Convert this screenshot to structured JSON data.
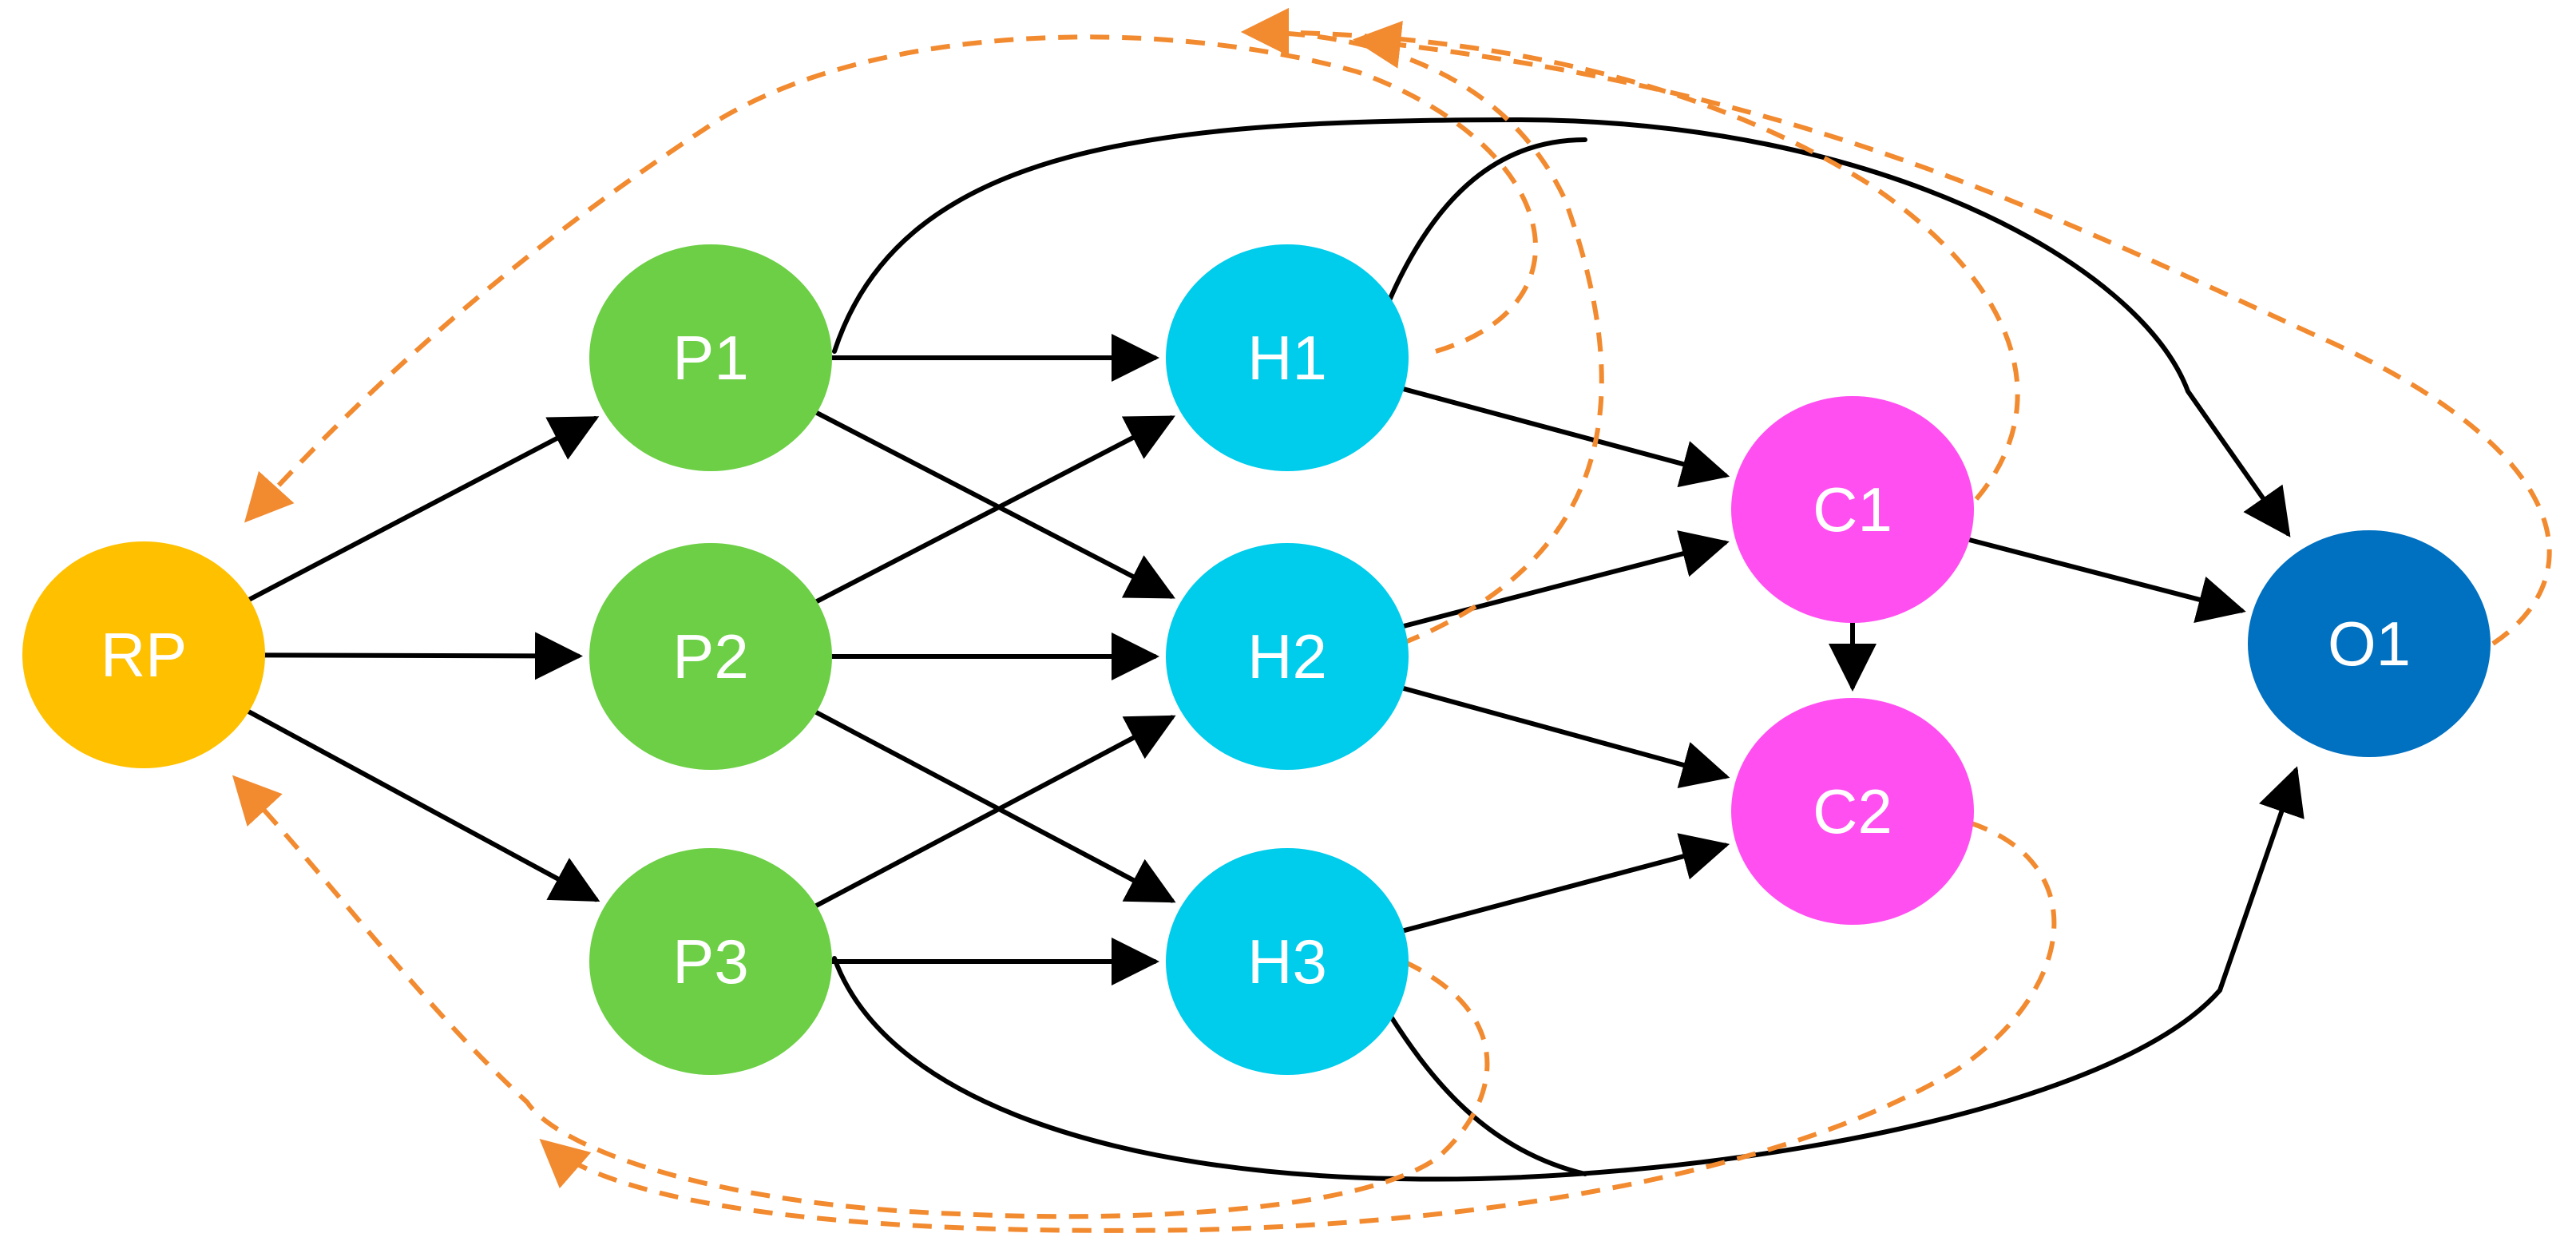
{
  "colors": {
    "edge_solid": "#000000",
    "edge_dashed": "#F28A30",
    "node_rp": "#FFC000",
    "node_p": "#6CCF45",
    "node_h": "#00CCEB",
    "node_c": "#FF4FF0",
    "node_o": "#0070C0",
    "label": "#FFFFFF"
  },
  "nodes": [
    {
      "id": "RP",
      "label": "RP",
      "color_key": "node_rp"
    },
    {
      "id": "P1",
      "label": "P1",
      "color_key": "node_p"
    },
    {
      "id": "P2",
      "label": "P2",
      "color_key": "node_p"
    },
    {
      "id": "P3",
      "label": "P3",
      "color_key": "node_p"
    },
    {
      "id": "H1",
      "label": "H1",
      "color_key": "node_h"
    },
    {
      "id": "H2",
      "label": "H2",
      "color_key": "node_h"
    },
    {
      "id": "H3",
      "label": "H3",
      "color_key": "node_h"
    },
    {
      "id": "C1",
      "label": "C1",
      "color_key": "node_c"
    },
    {
      "id": "C2",
      "label": "C2",
      "color_key": "node_c"
    },
    {
      "id": "O1",
      "label": "O1",
      "color_key": "node_o"
    }
  ],
  "edges": [
    {
      "from": "RP",
      "to": "P1",
      "style": "solid"
    },
    {
      "from": "RP",
      "to": "P2",
      "style": "solid"
    },
    {
      "from": "RP",
      "to": "P3",
      "style": "solid"
    },
    {
      "from": "P1",
      "to": "H1",
      "style": "solid"
    },
    {
      "from": "P1",
      "to": "H2",
      "style": "solid"
    },
    {
      "from": "P2",
      "to": "H1",
      "style": "solid"
    },
    {
      "from": "P2",
      "to": "H2",
      "style": "solid"
    },
    {
      "from": "P2",
      "to": "H3",
      "style": "solid"
    },
    {
      "from": "P3",
      "to": "H2",
      "style": "solid"
    },
    {
      "from": "P3",
      "to": "H3",
      "style": "solid"
    },
    {
      "from": "H1",
      "to": "C1",
      "style": "solid"
    },
    {
      "from": "H2",
      "to": "C1",
      "style": "solid"
    },
    {
      "from": "H2",
      "to": "C2",
      "style": "solid"
    },
    {
      "from": "H3",
      "to": "C2",
      "style": "solid"
    },
    {
      "from": "C1",
      "to": "C2",
      "style": "solid"
    },
    {
      "from": "C1",
      "to": "O1",
      "style": "solid"
    },
    {
      "from": "P1",
      "to": "O1",
      "style": "solid"
    },
    {
      "from": "H1",
      "to": "O1",
      "style": "solid"
    },
    {
      "from": "P3",
      "to": "O1",
      "style": "solid"
    },
    {
      "from": "H3",
      "to": "O1",
      "style": "solid"
    },
    {
      "from": "H1",
      "to": "RP",
      "style": "dashed"
    },
    {
      "from": "H2",
      "to": "RP",
      "style": "dashed"
    },
    {
      "from": "C1",
      "to": "RP",
      "style": "dashed"
    },
    {
      "from": "O1",
      "to": "RP",
      "style": "dashed"
    },
    {
      "from": "H3",
      "to": "RP",
      "style": "dashed"
    },
    {
      "from": "C2",
      "to": "RP",
      "style": "dashed"
    }
  ]
}
